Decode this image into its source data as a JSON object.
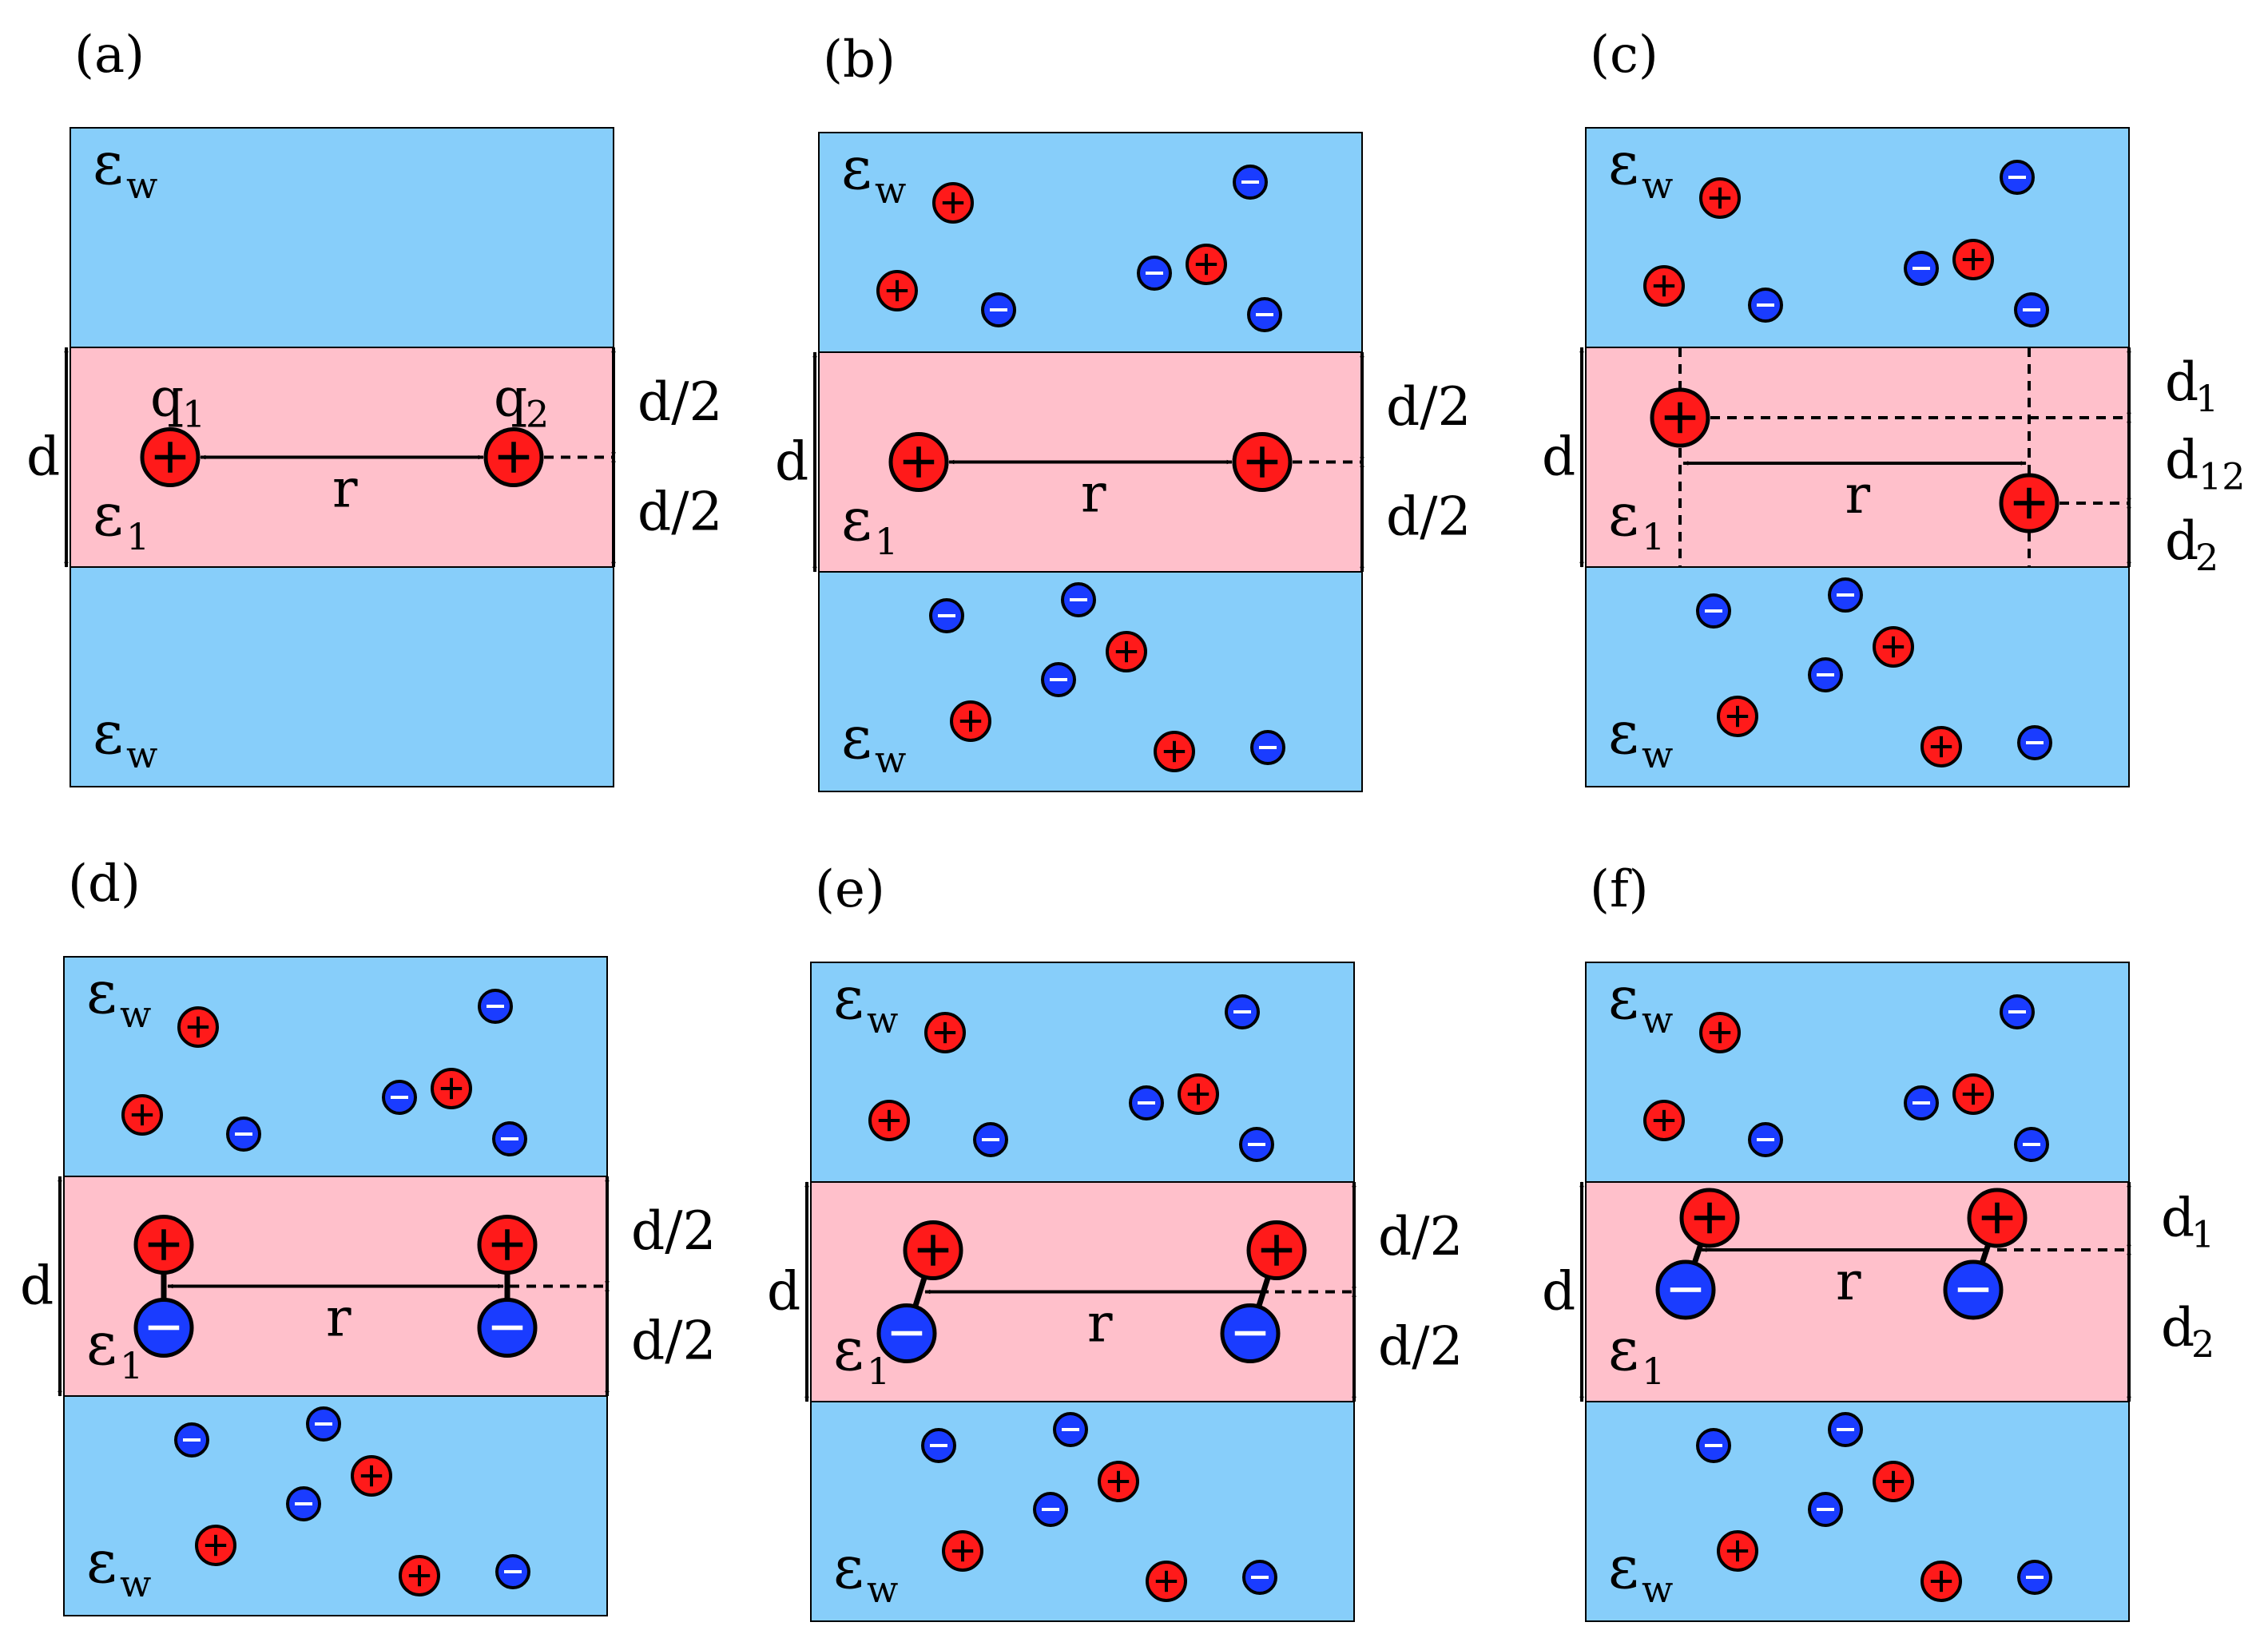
{
  "colors": {
    "water": "#87cefa",
    "membrane": "#ffc0cb",
    "cation": "#ff1a1a",
    "anion": "#1a3cff",
    "outline": "#000000"
  },
  "symbols": {
    "eps": "ε",
    "eps_w_sub": "w",
    "eps_1_sub": "1",
    "d": "d",
    "r": "r",
    "half": "d/2",
    "q": "q",
    "q1_sub": "1",
    "q2_sub": "2",
    "d1_sub": "1",
    "d2_sub": "2",
    "d12_sub": "12"
  },
  "panels": [
    {
      "id": "a",
      "label": "(a)",
      "salt": false,
      "charges": "ions",
      "layout": "symmetric",
      "charge_labels": true
    },
    {
      "id": "b",
      "label": "(b)",
      "salt": true,
      "charges": "ions",
      "layout": "symmetric",
      "charge_labels": false
    },
    {
      "id": "c",
      "label": "(c)",
      "salt": true,
      "charges": "ions",
      "layout": "asymmetric",
      "charge_labels": false
    },
    {
      "id": "d",
      "label": "(d)",
      "salt": true,
      "charges": "dipoles",
      "dipole_tilt": "vertical",
      "layout": "symmetric",
      "charge_labels": false
    },
    {
      "id": "e",
      "label": "(e)",
      "salt": true,
      "charges": "dipoles",
      "dipole_tilt": "tilted",
      "layout": "symmetric",
      "charge_labels": false
    },
    {
      "id": "f",
      "label": "(f)",
      "salt": true,
      "charges": "dipoles",
      "dipole_tilt": "tilted",
      "layout": "asymmetric-two",
      "charge_labels": false
    }
  ]
}
